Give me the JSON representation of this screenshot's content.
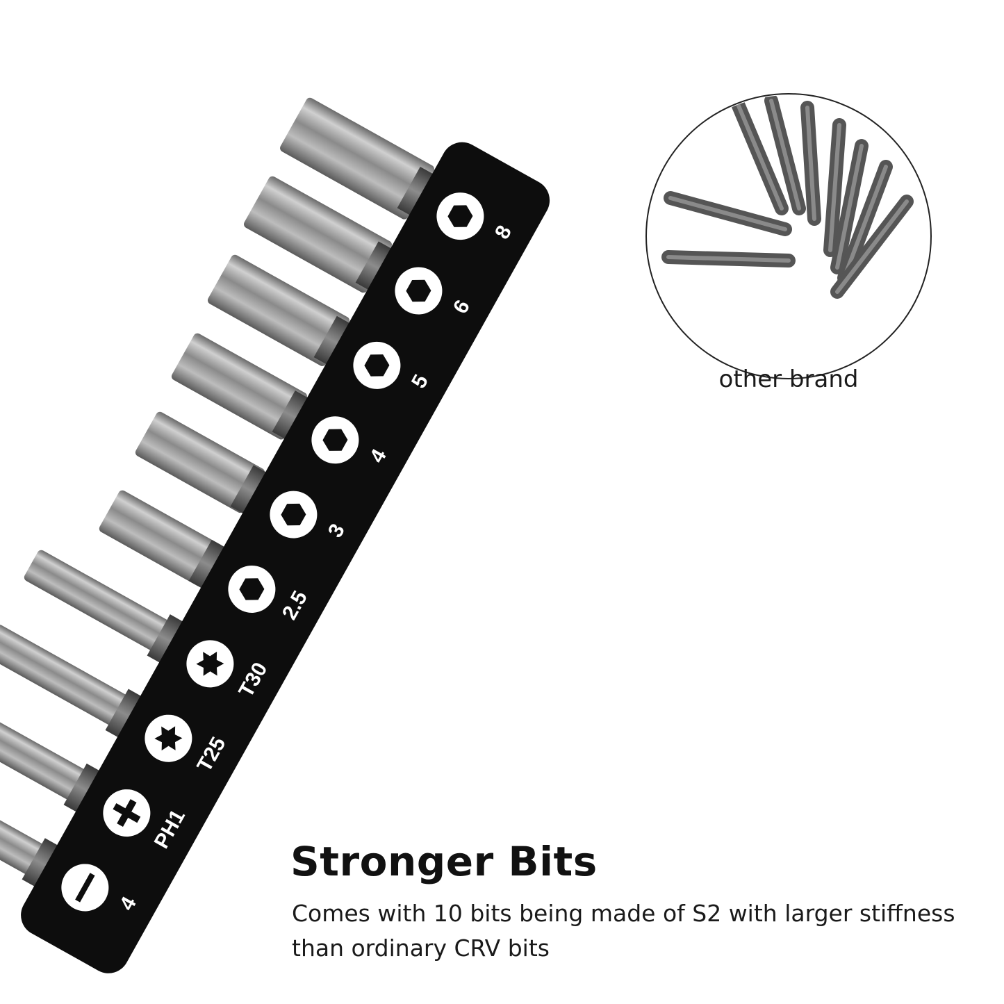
{
  "holder": {
    "slots": [
      {
        "label": "4",
        "type": "slotted",
        "icon": "slot-icon"
      },
      {
        "label": "PH1",
        "type": "phillips",
        "icon": "cross-icon"
      },
      {
        "label": "T25",
        "type": "torx",
        "icon": "star-icon"
      },
      {
        "label": "T30",
        "type": "torx",
        "icon": "star-icon"
      },
      {
        "label": "2.5",
        "type": "hex",
        "icon": "hexagon-icon"
      },
      {
        "label": "3",
        "type": "hex",
        "icon": "hexagon-icon"
      },
      {
        "label": "4",
        "type": "hex",
        "icon": "hexagon-icon"
      },
      {
        "label": "5",
        "type": "hex",
        "icon": "hexagon-icon"
      },
      {
        "label": "6",
        "type": "hex",
        "icon": "hexagon-icon"
      },
      {
        "label": "8",
        "type": "hex",
        "icon": "hexagon-icon"
      }
    ],
    "color": "#0d0d0d"
  },
  "comparison": {
    "caption": "other brand"
  },
  "headline": "Stronger Bits",
  "description": "Comes with 10 bits being made of S2 with larger stiffness than ordinary CRV bits"
}
